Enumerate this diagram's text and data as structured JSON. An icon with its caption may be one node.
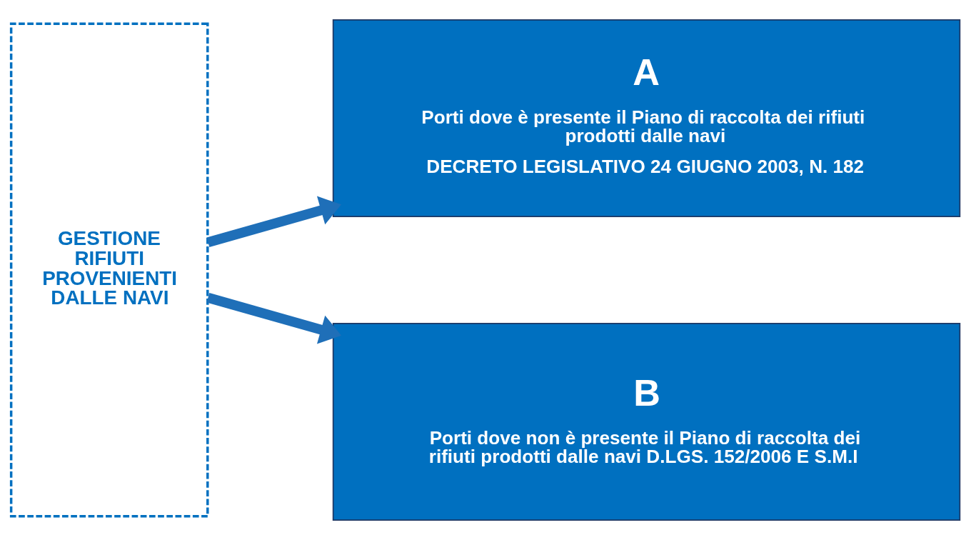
{
  "diagram": {
    "nodes": [
      {
        "text": [
          "GESTIONE RIFIUTI PROVENIENTI DALLE NAVI"
        ]
      },
      {
        "text": [
          "A",
          "Porti dove è presente il Piano di raccolta dei rifiuti prodotti dalle navi",
          "DECRETO LEGISLATIVO 24 GIUGNO 2003, N. 182"
        ]
      },
      {
        "text": [
          "B",
          "Porti dove non è presente il Piano di raccolta dei rifiuti prodotti dalle navi D.LGS. 152/2006 E S.M.I"
        ]
      }
    ],
    "edges": [
      {
        "from": 0,
        "to": 1,
        "arrow": "to"
      },
      {
        "from": 0,
        "to": 2,
        "arrow": "to"
      }
    ]
  }
}
